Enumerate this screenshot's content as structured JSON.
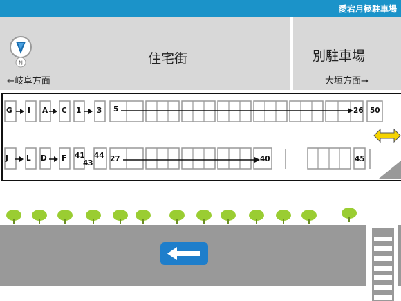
{
  "header": {
    "title": "愛宕月極駐車場"
  },
  "map": {
    "compass_letter": "N",
    "residential_label": "住宅街",
    "other_parking_label": "別駐車場",
    "direction_left": "←岐阜方面",
    "direction_right": "大垣方面→"
  },
  "parking": {
    "top_row": {
      "group1": [
        "G",
        "I"
      ],
      "group2": [
        "A",
        "C"
      ],
      "group3": [
        "1",
        "3"
      ],
      "range_start": "5",
      "range_end": "26",
      "end_label": "50"
    },
    "bottom_row": {
      "group1": [
        "J",
        "L"
      ],
      "group2": [
        "D",
        "F"
      ],
      "group3_a": "41",
      "group3_b": "44",
      "group3_c": "43",
      "range_start": "27",
      "range_end": "40",
      "end_label": "45"
    }
  },
  "colors": {
    "header": "#1b93c9",
    "road": "#999999",
    "trees": "#9acd32",
    "entrance_arrow": "#f5d300",
    "direction_sign": "#1e7ecb"
  },
  "icons": [
    "compass-icon",
    "tree-icon",
    "entrance-arrow-icon",
    "traffic-direction-arrow-icon"
  ]
}
